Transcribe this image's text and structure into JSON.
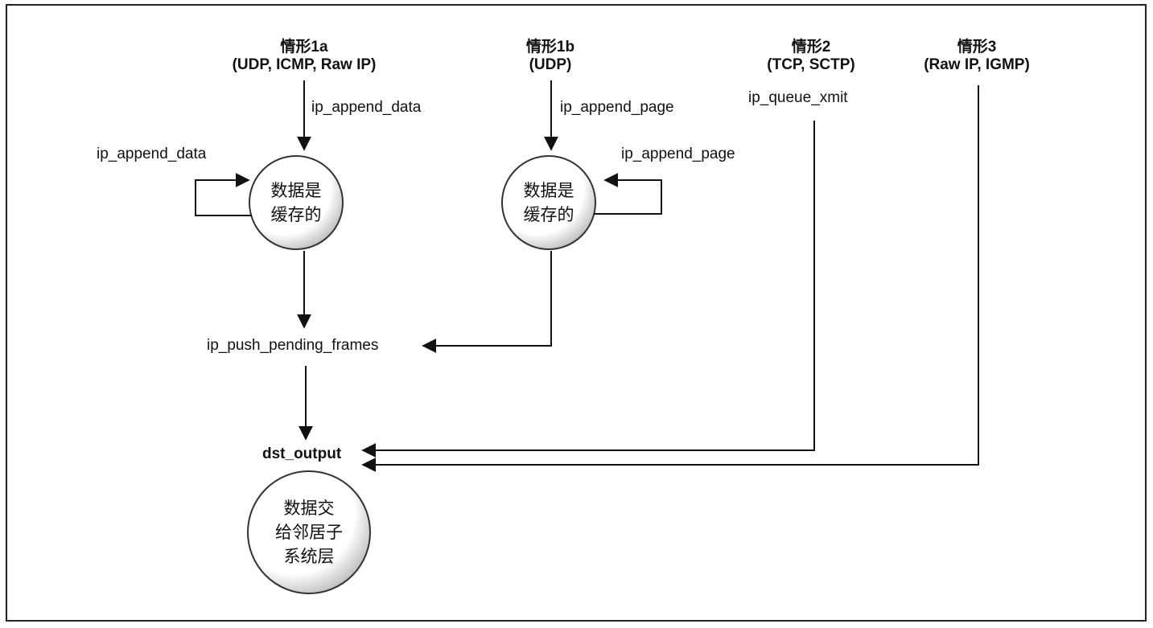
{
  "cases": {
    "c1a": {
      "title": "情形1a",
      "sub": "(UDP, ICMP, Raw IP)"
    },
    "c1b": {
      "title": "情形1b",
      "sub": "(UDP)"
    },
    "c2": {
      "title": "情形2",
      "sub": "(TCP, SCTP)"
    },
    "c3": {
      "title": "情形3",
      "sub": "(Raw IP, IGMP)"
    }
  },
  "labels": {
    "append_data_top": "ip_append_data",
    "append_data_loop": "ip_append_data",
    "append_page_top": "ip_append_page",
    "append_page_loop": "ip_append_page",
    "queue_xmit": "ip_queue_xmit",
    "push_pending": "ip_push_pending_frames",
    "dst_output": "dst_output"
  },
  "nodes": {
    "buffered_a": "数据是\n缓存的",
    "buffered_b": "数据是\n缓存的",
    "neighbor": "数据交\n给邻居子\n系统层"
  }
}
